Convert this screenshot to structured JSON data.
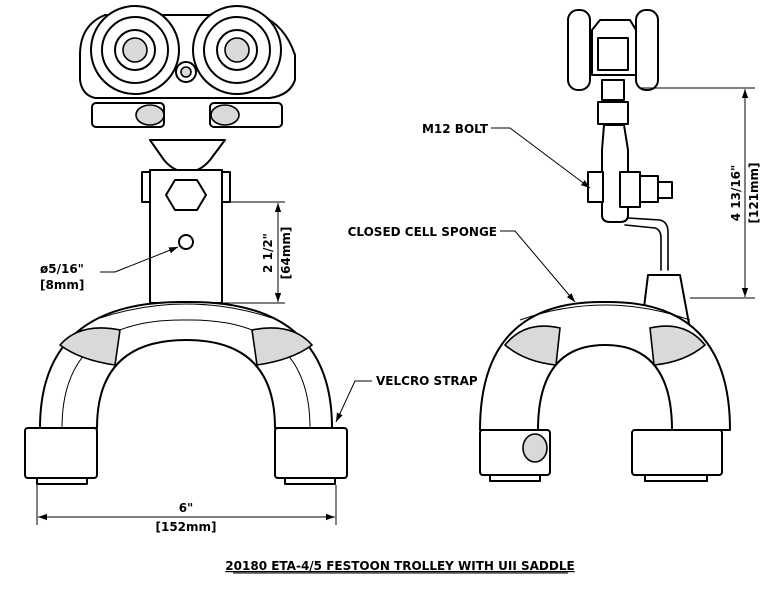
{
  "labels": {
    "m12_bolt": "M12 BOLT",
    "closed_cell_sponge": "CLOSED CELL SPONGE",
    "velcro_strap": "VELCRO STRAP",
    "hole_dia": "ø5/16\"",
    "hole_dia_mm": "[8mm]",
    "width_in": "6\"",
    "width_mm": "[152mm]",
    "height_front_in": "2 1/2\"",
    "height_front_mm": "[64mm]",
    "height_side_in": "4 13/16\"",
    "height_side_mm": "[121mm]"
  },
  "title": "20180 ETA-4/5 FESTOON TROLLEY WITH UII SADDLE"
}
